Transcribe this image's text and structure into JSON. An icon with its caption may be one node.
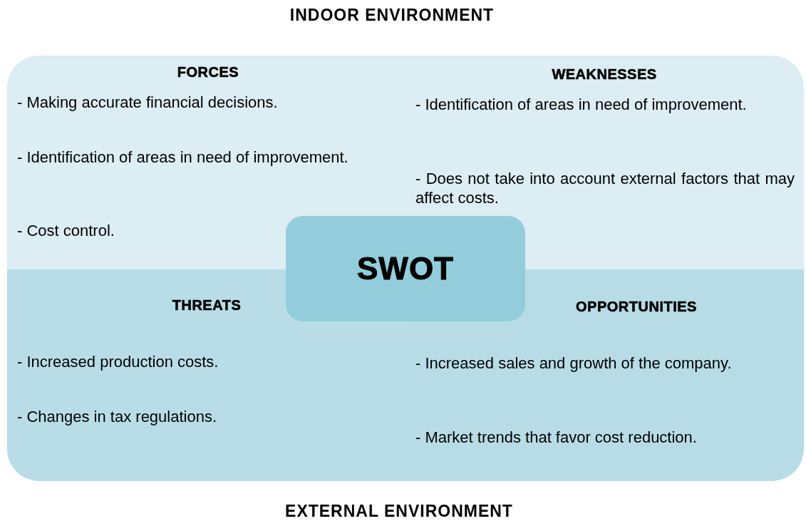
{
  "diagram": {
    "title": "INDOOR ENVIRONMENT",
    "nodes": [
      {
        "text": [
          "FORCES",
          "- Making accurate financial decisions.",
          "- Identification of areas in need of improvement.",
          "- Cost control."
        ]
      },
      {
        "text": [
          "WEAKNESSES",
          "- Identification of areas in need of improvement.",
          "- Does not take into account external factors that may affect costs."
        ]
      },
      {
        "text": [
          "THREATS",
          "- Increased production costs.",
          "- Changes in tax regulations."
        ]
      },
      {
        "text": [
          "OPPORTUNITIES",
          "- Increased sales and growth of the company.",
          "- Market trends that favor cost reduction."
        ]
      },
      {
        "text": [
          "SWOT"
        ]
      }
    ],
    "labels": [
      "EXTERNAL ENVIRONMENT"
    ]
  }
}
